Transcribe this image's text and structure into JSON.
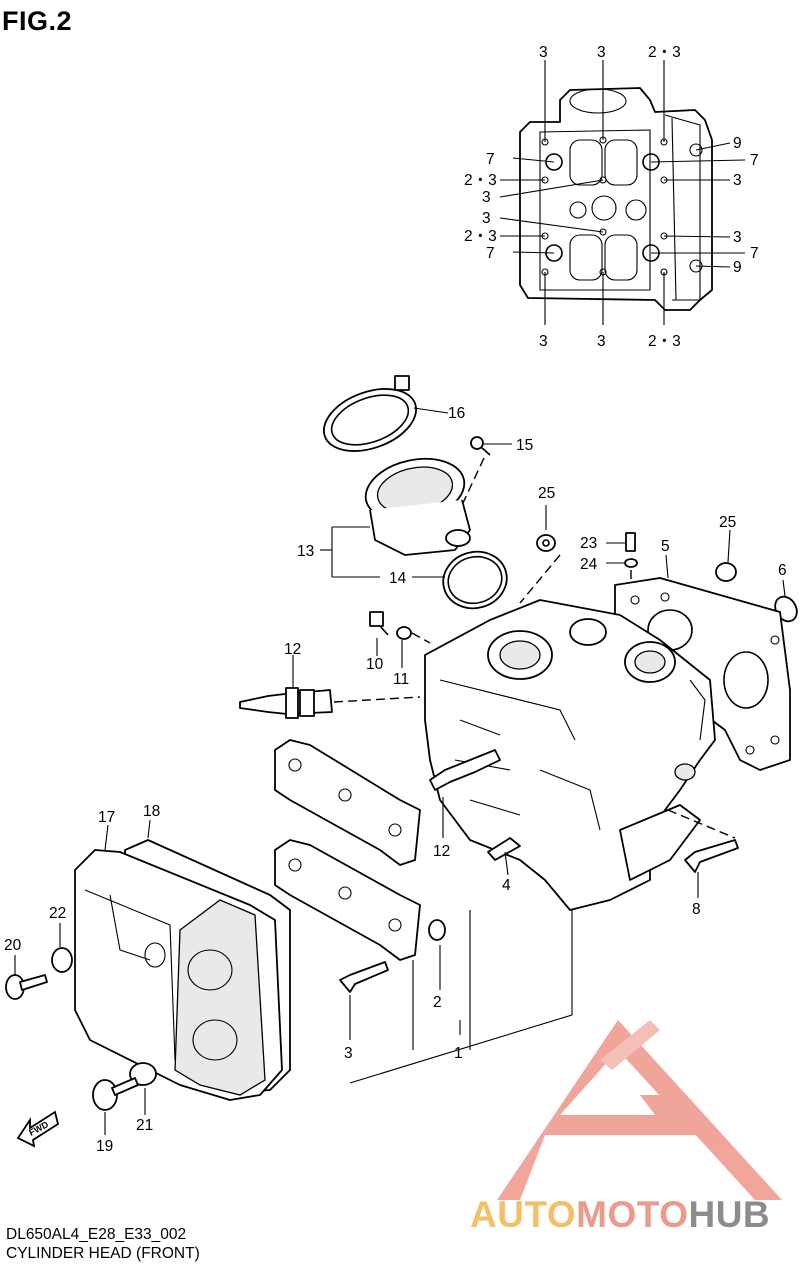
{
  "figure": {
    "title": "FIG.2",
    "code": "DL650AL4_E28_E33_002",
    "caption": "CYLINDER HEAD (FRONT)"
  },
  "fwd_arrow": "FWD",
  "torque_view_labels": {
    "top_1": "3",
    "top_2": "3",
    "top_3": "2・3",
    "r_9a": "9",
    "r_7a": "7",
    "r_3a": "3",
    "r_3b": "3",
    "r_7b": "7",
    "r_9b": "9",
    "l_7a": "7",
    "l_23a": "2・3",
    "l_3a": "3",
    "l_3b": "3",
    "l_23b": "2・3",
    "l_7b": "7",
    "bot_1": "3",
    "bot_2": "3",
    "bot_3": "2・3"
  },
  "part_labels": {
    "p1": "1",
    "p2": "2",
    "p3": "3",
    "p4": "4",
    "p5": "5",
    "p6": "6",
    "p8": "8",
    "p10": "10",
    "p11": "11",
    "p12a": "12",
    "p12b": "12",
    "p13": "13",
    "p14": "14",
    "p15": "15",
    "p16": "16",
    "p17": "17",
    "p18": "18",
    "p19": "19",
    "p20": "20",
    "p21": "21",
    "p22": "22",
    "p23": "23",
    "p24": "24",
    "p25a": "25",
    "p25b": "25"
  },
  "watermark": {
    "word_1": "AUTO",
    "word_2": "MOTO",
    "word_3": "HUB",
    "colors": {
      "auto": "#f3bf68",
      "moto": "#ec9a8c",
      "hub": "#8c8c8c",
      "triangle": "#ee8e82"
    }
  }
}
